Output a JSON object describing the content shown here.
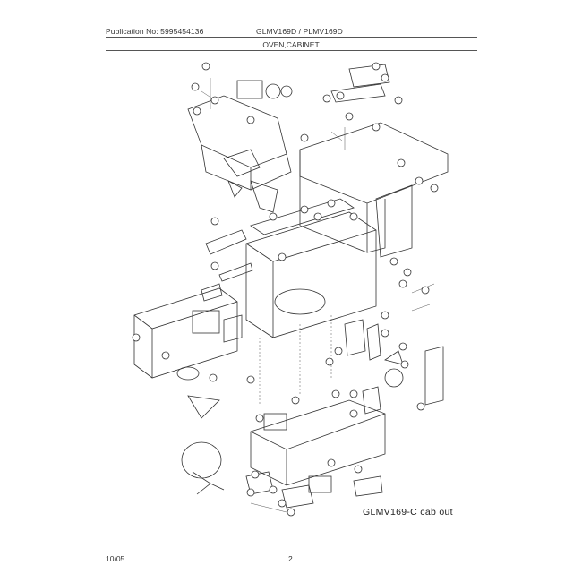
{
  "header": {
    "publication": "Publication No: 5995454136",
    "models": "GLMV169D / PLMV169D"
  },
  "section_title": "OVEN,CABINET",
  "diagram_caption": "GLMV169-C cab out",
  "footer": {
    "date": "10/05",
    "page": "2"
  }
}
